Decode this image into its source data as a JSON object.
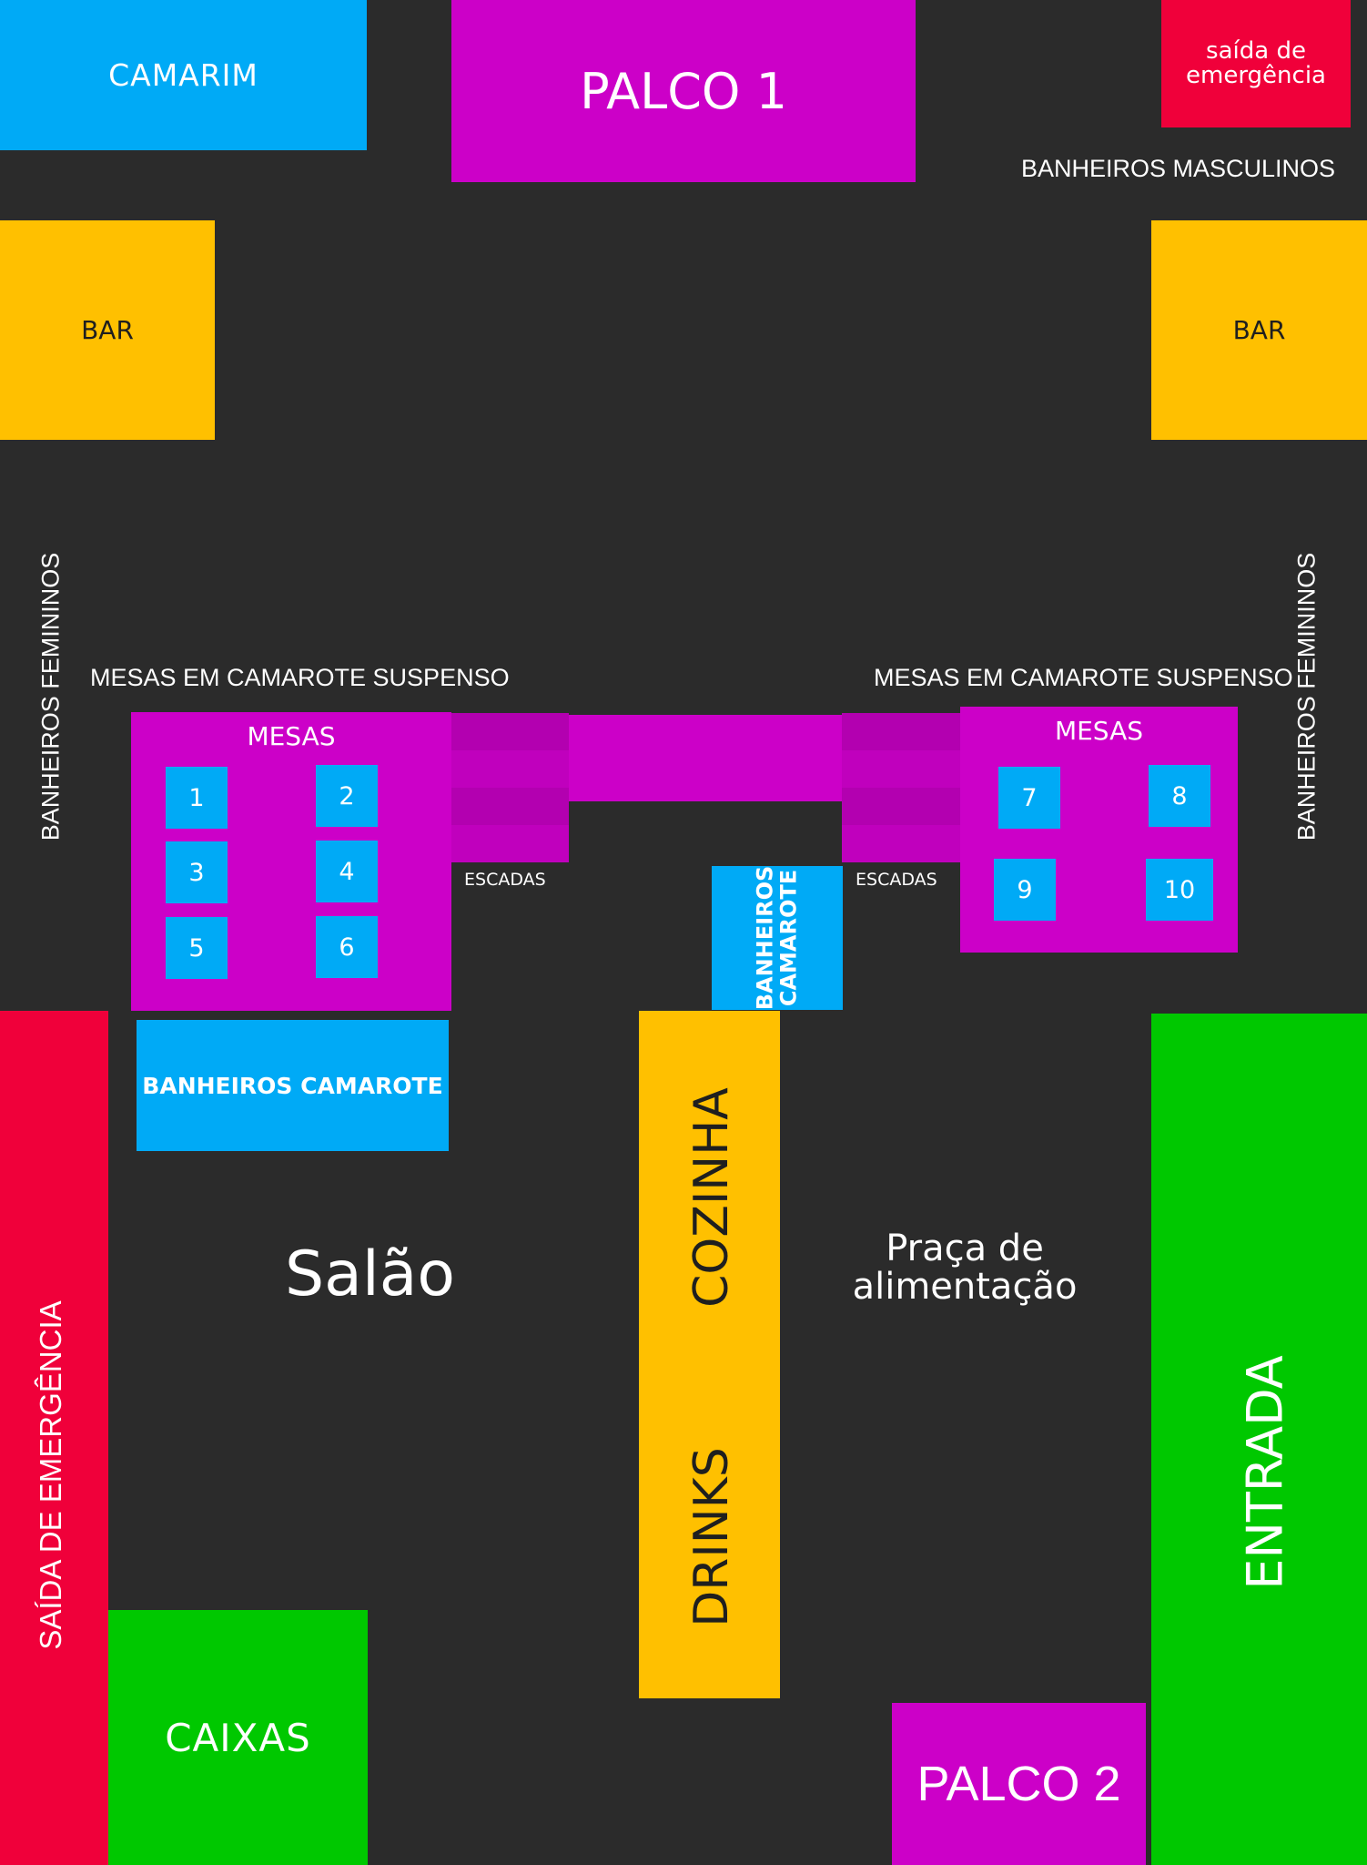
{
  "colors": {
    "background": "#2b2b2b",
    "blue": "#00aaf6",
    "magenta": "#cc00c8",
    "yellow": "#ffc000",
    "red": "#f0003a",
    "green": "#00c800",
    "text_light": "#ffffff",
    "text_dark": "#1f1f1f"
  },
  "areas": {
    "camarim": "CAMARIM",
    "palco1": "PALCO 1",
    "saida_emergencia_top_line1": "saída de",
    "saida_emergencia_top_line2": "emergência",
    "banheiros_masculinos": "BANHEIROS MASCULINOS",
    "bar_left": "BAR",
    "bar_right": "BAR",
    "banheiros_femininos_left": "BANHEIROS FEMININOS",
    "banheiros_femininos_right": "BANHEIROS FEMININOS",
    "camarote_left_title": "MESAS EM CAMAROTE SUSPENSO",
    "camarote_right_title": "MESAS EM CAMAROTE SUSPENSO",
    "mesas_left": "MESAS",
    "mesas_right": "MESAS",
    "escadas_left": "ESCADAS",
    "escadas_right": "ESCADAS",
    "banheiros_camarote_vertical_line1": "BANHEIROS",
    "banheiros_camarote_vertical_line2": "CAMAROTE",
    "banheiros_camarote_left": "BANHEIROS CAMAROTE",
    "cozinha": "COZINHA",
    "drinks": "DRINKS",
    "salao": "Salão",
    "praca_line1": "Praça de",
    "praca_line2": "alimentação",
    "saida_emergencia_left": "SAÍDA DE EMERGÊNCIA",
    "caixas": "CAIXAS",
    "palco2": "PALCO 2",
    "entrada": "ENTRADA"
  },
  "tables": [
    "1",
    "2",
    "3",
    "4",
    "5",
    "6",
    "7",
    "8",
    "9",
    "10"
  ]
}
